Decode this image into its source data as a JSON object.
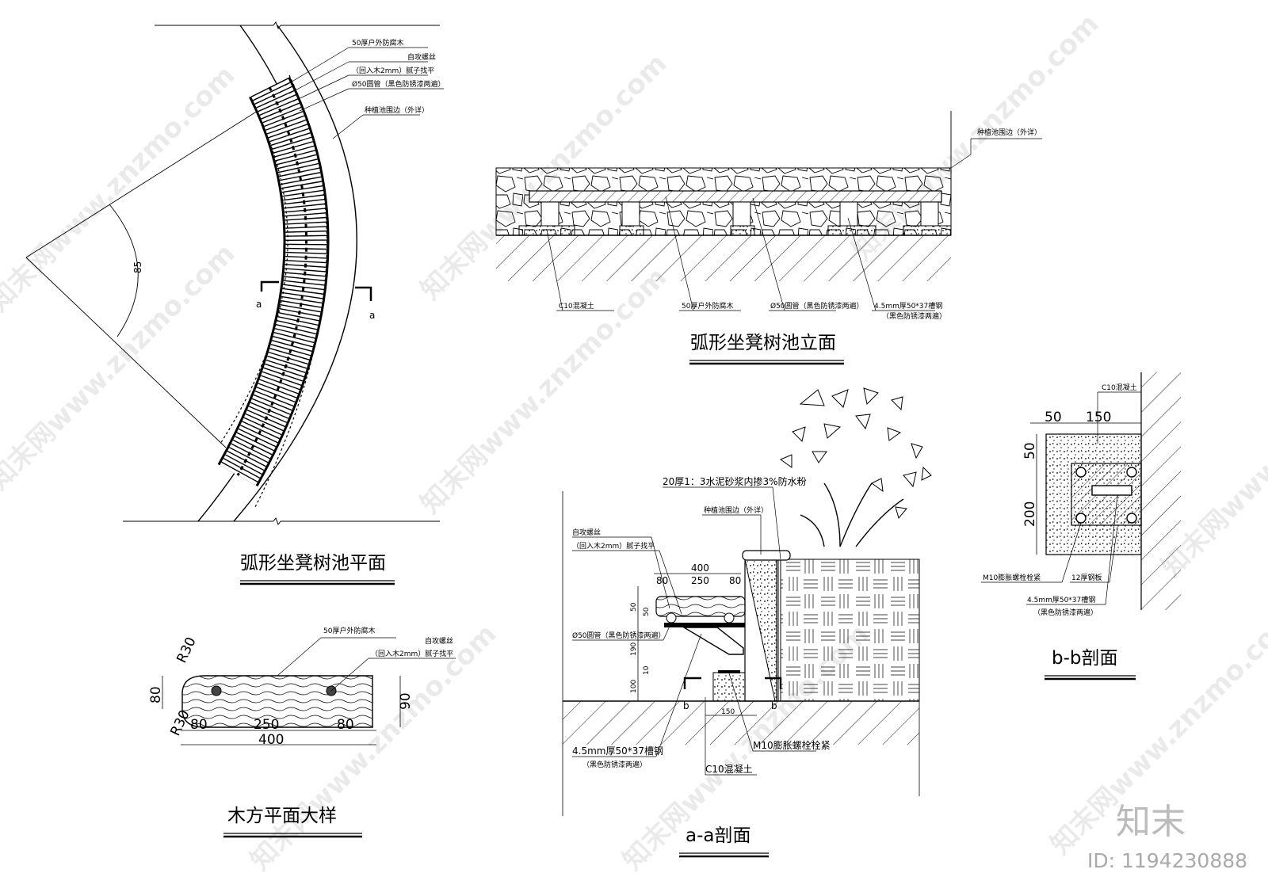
{
  "plan": {
    "title": "弧形坐凳树池平面",
    "labels": [
      "50厚户外防腐木",
      "自攻螺丝",
      "（回入木2mm）腻子找平",
      "Ø50圆管（黑色防锈漆两遍）",
      "种植池围边（外详）"
    ],
    "angle": "85",
    "section_mark": "a"
  },
  "elevation": {
    "title": "弧形坐凳树池立面",
    "top_label": "种植池围边（外详）",
    "labels": [
      "C10混凝土",
      "50厚户外防腐木",
      "Ø50圆管（黑色防锈漆两遍）",
      "4.5mm厚50*37槽钢"
    ],
    "note": "（黑色防锈漆两遍）"
  },
  "detail": {
    "title": "木方平面大样",
    "labels": [
      "50厚户外防腐木",
      "自攻螺丝",
      "（回入木2mm）腻子找平"
    ],
    "radius_top": "R30",
    "radius_bottom": "R30",
    "dims": [
      "80",
      "90",
      "80",
      "250",
      "80",
      "400"
    ]
  },
  "section_aa": {
    "title": "a-a剖面",
    "labels": [
      "20厚1：3水泥砂浆内掺3%防水粉",
      "种植池围边（外详）",
      "自攻螺丝",
      "（回入木2mm）腻子找平",
      "Ø50圆管（黑色防锈漆两遍）",
      "4.5mm厚50*37槽钢",
      "（黑色防锈漆两遍）",
      "M10膨胀螺栓栓紧",
      "C10混凝土"
    ],
    "dims_top": [
      "400",
      "80",
      "250",
      "80"
    ],
    "dims_left": [
      "50",
      "50",
      "190",
      "10",
      "100"
    ],
    "dim_bottom": "150",
    "section_mark": "b"
  },
  "section_bb": {
    "title": "b-b剖面",
    "labels": [
      "C10混凝土",
      "M10膨胀螺栓栓紧",
      "12厚钢板",
      "4.5mm厚50*37槽钢",
      "（黑色防锈漆两遍）"
    ],
    "dims": [
      "50",
      "150",
      "50",
      "200"
    ]
  },
  "watermark": {
    "logo": "知末",
    "id": "ID: 1194230888",
    "text": "知末网www.znzmo.com"
  }
}
